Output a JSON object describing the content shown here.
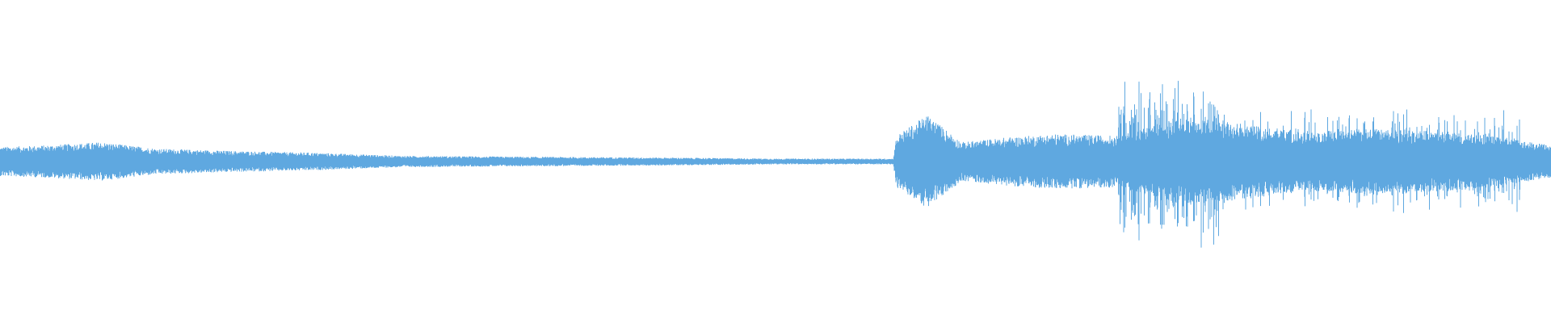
{
  "waveform": {
    "color": "#5fa8e0",
    "background": "#ffffff",
    "amplitude_envelope": [
      {
        "t": 0.0,
        "a": 0.09
      },
      {
        "t": 0.03,
        "a": 0.1
      },
      {
        "t": 0.065,
        "a": 0.12
      },
      {
        "t": 0.1,
        "a": 0.08
      },
      {
        "t": 0.15,
        "a": 0.065
      },
      {
        "t": 0.2,
        "a": 0.055
      },
      {
        "t": 0.26,
        "a": 0.035
      },
      {
        "t": 0.33,
        "a": 0.03
      },
      {
        "t": 0.42,
        "a": 0.025
      },
      {
        "t": 0.5,
        "a": 0.018
      },
      {
        "t": 0.576,
        "a": 0.018
      },
      {
        "t": 0.578,
        "a": 0.16
      },
      {
        "t": 0.598,
        "a": 0.29
      },
      {
        "t": 0.62,
        "a": 0.12
      },
      {
        "t": 0.65,
        "a": 0.15
      },
      {
        "t": 0.68,
        "a": 0.17
      },
      {
        "t": 0.72,
        "a": 0.16
      },
      {
        "t": 0.76,
        "a": 0.26
      },
      {
        "t": 0.8,
        "a": 0.24
      },
      {
        "t": 0.84,
        "a": 0.18
      },
      {
        "t": 0.88,
        "a": 0.2
      },
      {
        "t": 0.92,
        "a": 0.19
      },
      {
        "t": 0.96,
        "a": 0.16
      },
      {
        "t": 1.0,
        "a": 0.1
      }
    ],
    "spike_regions": [
      {
        "start": 0.72,
        "end": 0.79,
        "peak": 0.55,
        "density": 0.35
      },
      {
        "start": 0.79,
        "end": 0.98,
        "peak": 0.34,
        "density": 0.25
      }
    ]
  }
}
